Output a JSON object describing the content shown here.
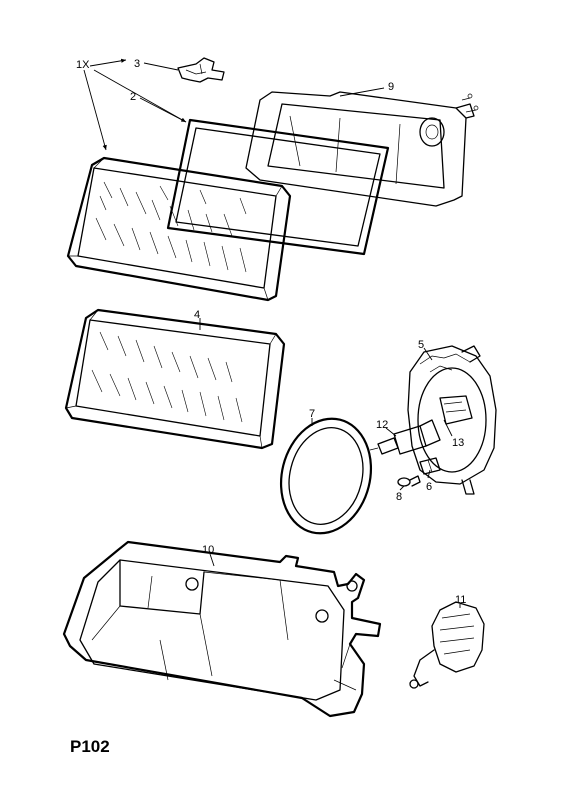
{
  "diagram": {
    "page_code": "P102",
    "callouts": {
      "c1x": "1X",
      "c2": "2",
      "c3": "3",
      "c4": "4",
      "c5": "5",
      "c6": "6",
      "c7": "7",
      "c8": "8",
      "c9": "9",
      "c10": "10",
      "c11": "11",
      "c12": "12",
      "c13": "13"
    }
  }
}
